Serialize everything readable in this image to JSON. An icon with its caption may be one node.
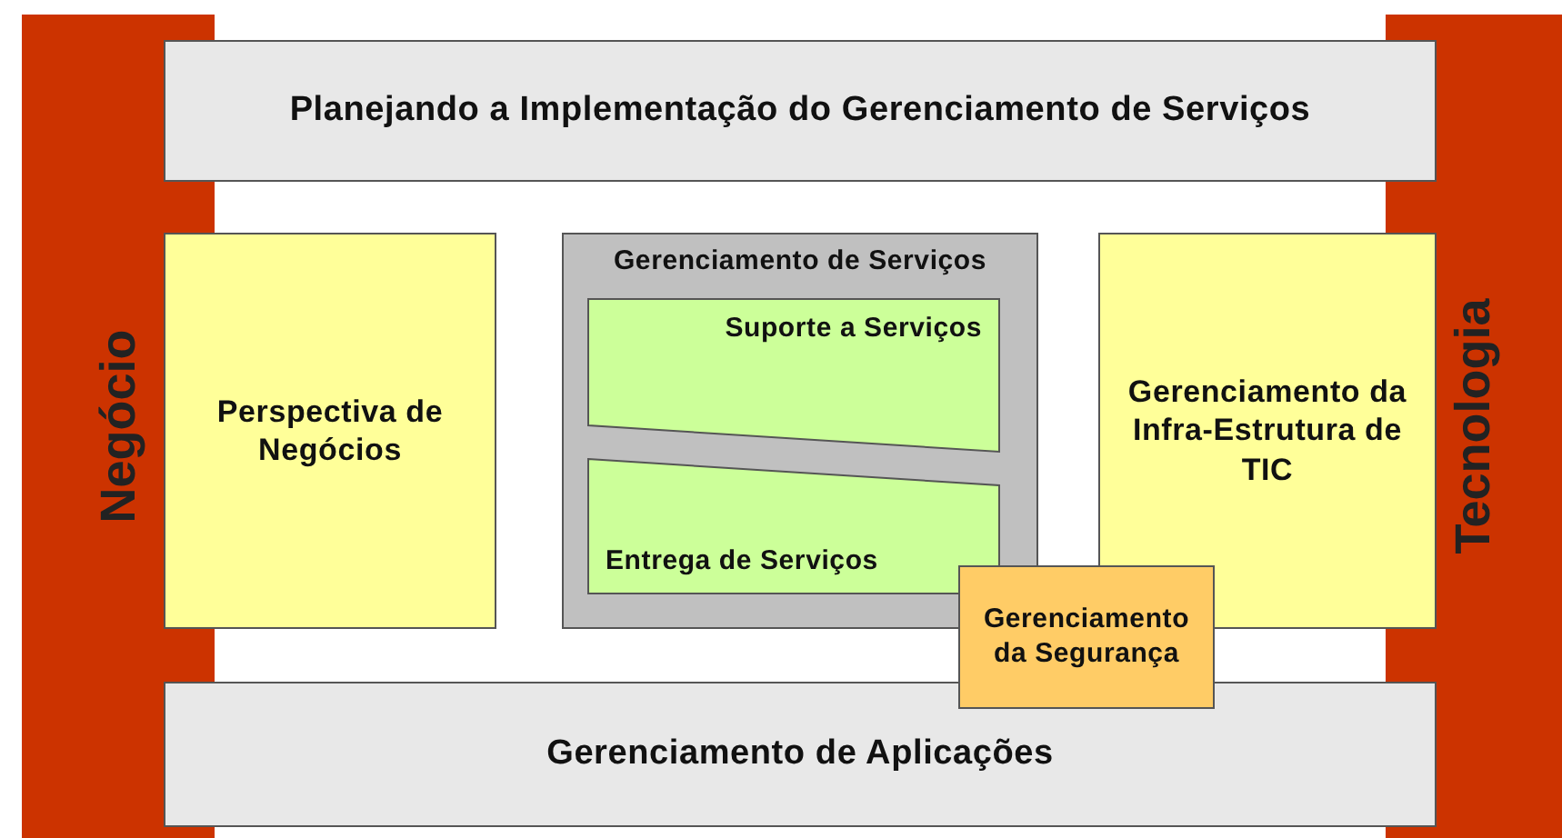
{
  "diagram": {
    "nodes": [
      {
        "text": [
          "Negócio"
        ]
      },
      {
        "text": [
          "Tecnologia"
        ]
      },
      {
        "text": [
          "Planejando a Implementação do Gerenciamento de Serviços"
        ]
      },
      {
        "text": [
          "Perspectiva de Negócios"
        ]
      },
      {
        "text": [
          "Gerenciamento de Serviços"
        ]
      },
      {
        "text": [
          "Suporte a Serviços"
        ],
        "in": 4
      },
      {
        "text": [
          "Entrega de Serviços"
        ],
        "in": 4
      },
      {
        "text": [
          "Gerenciamento da Infra-Estrutura de TIC"
        ]
      },
      {
        "text": [
          "Gerenciamento da Segurança"
        ]
      },
      {
        "text": [
          "Gerenciamento de Aplicações"
        ]
      }
    ]
  }
}
